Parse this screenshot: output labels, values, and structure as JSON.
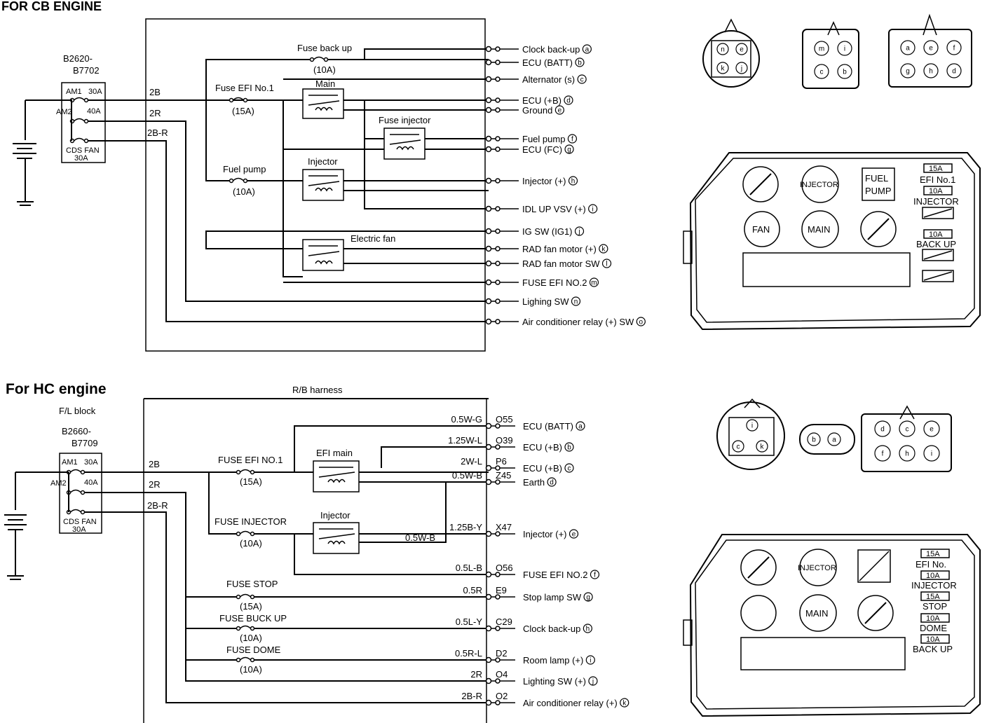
{
  "cb": {
    "title": "FOR CB ENGINE",
    "fl_code1": "B2620-",
    "fl_code2": "B7702",
    "fl": {
      "am1": "AM1",
      "a30": "30A",
      "am2": "AM2",
      "a40": "40A",
      "cds": "CDS FAN",
      "a30b": "30A"
    },
    "wires": {
      "w2b": "2B",
      "w2r": "2R",
      "w2br": "2B-R"
    },
    "fuse_backup": {
      "name": "Fuse back up",
      "amp": "(10A)"
    },
    "fuse_efi": {
      "name": "Fuse EFI No.1",
      "amp": "(15A)"
    },
    "fuse_pump": {
      "name": "Fuel pump",
      "amp": "(10A)"
    },
    "relays": {
      "main": "Main",
      "injector_fuse": "Fuse injector",
      "injector": "Injector",
      "fan": "Electric fan"
    },
    "terminals": [
      {
        "label": "Clock back-up",
        "pin": "a"
      },
      {
        "label": "ECU (BATT)",
        "pin": "b"
      },
      {
        "label": "Alternator (s)",
        "pin": "c"
      },
      {
        "label": "ECU (+B)",
        "pin": "d"
      },
      {
        "label": "Ground",
        "pin": "e"
      },
      {
        "label": "Fuel pump",
        "pin": "f"
      },
      {
        "label": "ECU (FC)",
        "pin": "g"
      },
      {
        "label": "Injector (+)",
        "pin": "h"
      },
      {
        "label": "IDL UP VSV (+)",
        "pin": "i"
      },
      {
        "label": "IG SW (IG1)",
        "pin": "j"
      },
      {
        "label": "RAD fan motor (+)",
        "pin": "k"
      },
      {
        "label": "RAD fan motor SW",
        "pin": "l"
      },
      {
        "label": "FUSE EFI NO.2",
        "pin": "m"
      },
      {
        "label": "Lighing SW",
        "pin": "n"
      },
      {
        "label": "Air conditioner relay (+) SW",
        "pin": "o"
      }
    ],
    "conn4": [
      "n",
      "e",
      "k",
      "j"
    ],
    "conn5": [
      "m",
      "i",
      "c",
      "b"
    ],
    "conn6": [
      "a",
      "e",
      "f",
      "g",
      "h",
      "d"
    ],
    "box": {
      "injector": "INJECTOR",
      "fuel1": "FUEL",
      "fuel2": "PUMP",
      "fan": "FAN",
      "main": "MAIN",
      "f1a": "15A",
      "f1b": "EFI No.1",
      "f2a": "10A",
      "f2b": "INJECTOR",
      "f3a": "10A",
      "f3b": "BACK UP"
    }
  },
  "hc": {
    "title": "For HC engine",
    "harness": "R/B harness",
    "fl_block": "F/L block",
    "fl_code1": "B2660-",
    "fl_code2": "B7709",
    "fl": {
      "am1": "AM1",
      "a30": "30A",
      "am2": "AM2",
      "a40": "40A",
      "cds": "CDS FAN",
      "a30b": "30A"
    },
    "wires": {
      "w2b": "2B",
      "w2r": "2R",
      "w2br": "2B-R"
    },
    "fuse_efi": {
      "name": "FUSE EFI NO.1",
      "amp": "(15A)"
    },
    "fuse_inj": {
      "name": "FUSE INJECTOR",
      "amp": "(10A)"
    },
    "fuse_stop": {
      "name": "FUSE STOP",
      "amp": "(15A)"
    },
    "fuse_backup": {
      "name": "FUSE BUCK UP",
      "amp": "(10A)"
    },
    "fuse_dome": {
      "name": "FUSE DOME",
      "amp": "(10A)"
    },
    "relays": {
      "efi": "EFI main",
      "injector": "Injector"
    },
    "inner_wire": "0.5W-B",
    "terminals": [
      {
        "wire": "0.5W-G",
        "code": "O55",
        "label": "ECU (BATT)",
        "pin": "a"
      },
      {
        "wire": "1.25W-L",
        "code": "O39",
        "label": "ECU (+B)",
        "pin": "b"
      },
      {
        "wire": "2W-L",
        "code": "P6",
        "label": "ECU (+B)",
        "pin": "c"
      },
      {
        "wire": "0.5W-B",
        "code": "Z45",
        "label": "Earth",
        "pin": "d"
      },
      {
        "wire": "1.25B-Y",
        "code": "X47",
        "label": "Injector (+)",
        "pin": "e"
      },
      {
        "wire": "0.5L-B",
        "code": "O56",
        "label": "FUSE EFI NO.2",
        "pin": "f"
      },
      {
        "wire": "0.5R",
        "code": "E9",
        "label": "Stop lamp SW",
        "pin": "g"
      },
      {
        "wire": "0.5L-Y",
        "code": "C29",
        "label": "Clock back-up",
        "pin": "h"
      },
      {
        "wire": "0.5R-L",
        "code": "D2",
        "label": "Room lamp (+)",
        "pin": "i"
      },
      {
        "wire": "2R",
        "code": "O4",
        "label": "Lighting SW (+)",
        "pin": "j"
      },
      {
        "wire": "2B-R",
        "code": "O2",
        "label": "Air conditioner relay (+)",
        "pin": "k"
      }
    ],
    "conn3": [
      "i",
      "c",
      "k"
    ],
    "conn2": [
      "b",
      "a"
    ],
    "conn6": [
      "d",
      "c",
      "e",
      "f",
      "h",
      "i"
    ],
    "box": {
      "injector": "INJECTOR",
      "main": "MAIN",
      "f1a": "15A",
      "f1b": "EFI No.",
      "f2a": "10A",
      "f2b": "INJECTOR",
      "f3a": "15A",
      "f3b": "STOP",
      "f4a": "10A",
      "f4b": "DOME",
      "f5a": "10A",
      "f5b": "BACK UP"
    }
  }
}
